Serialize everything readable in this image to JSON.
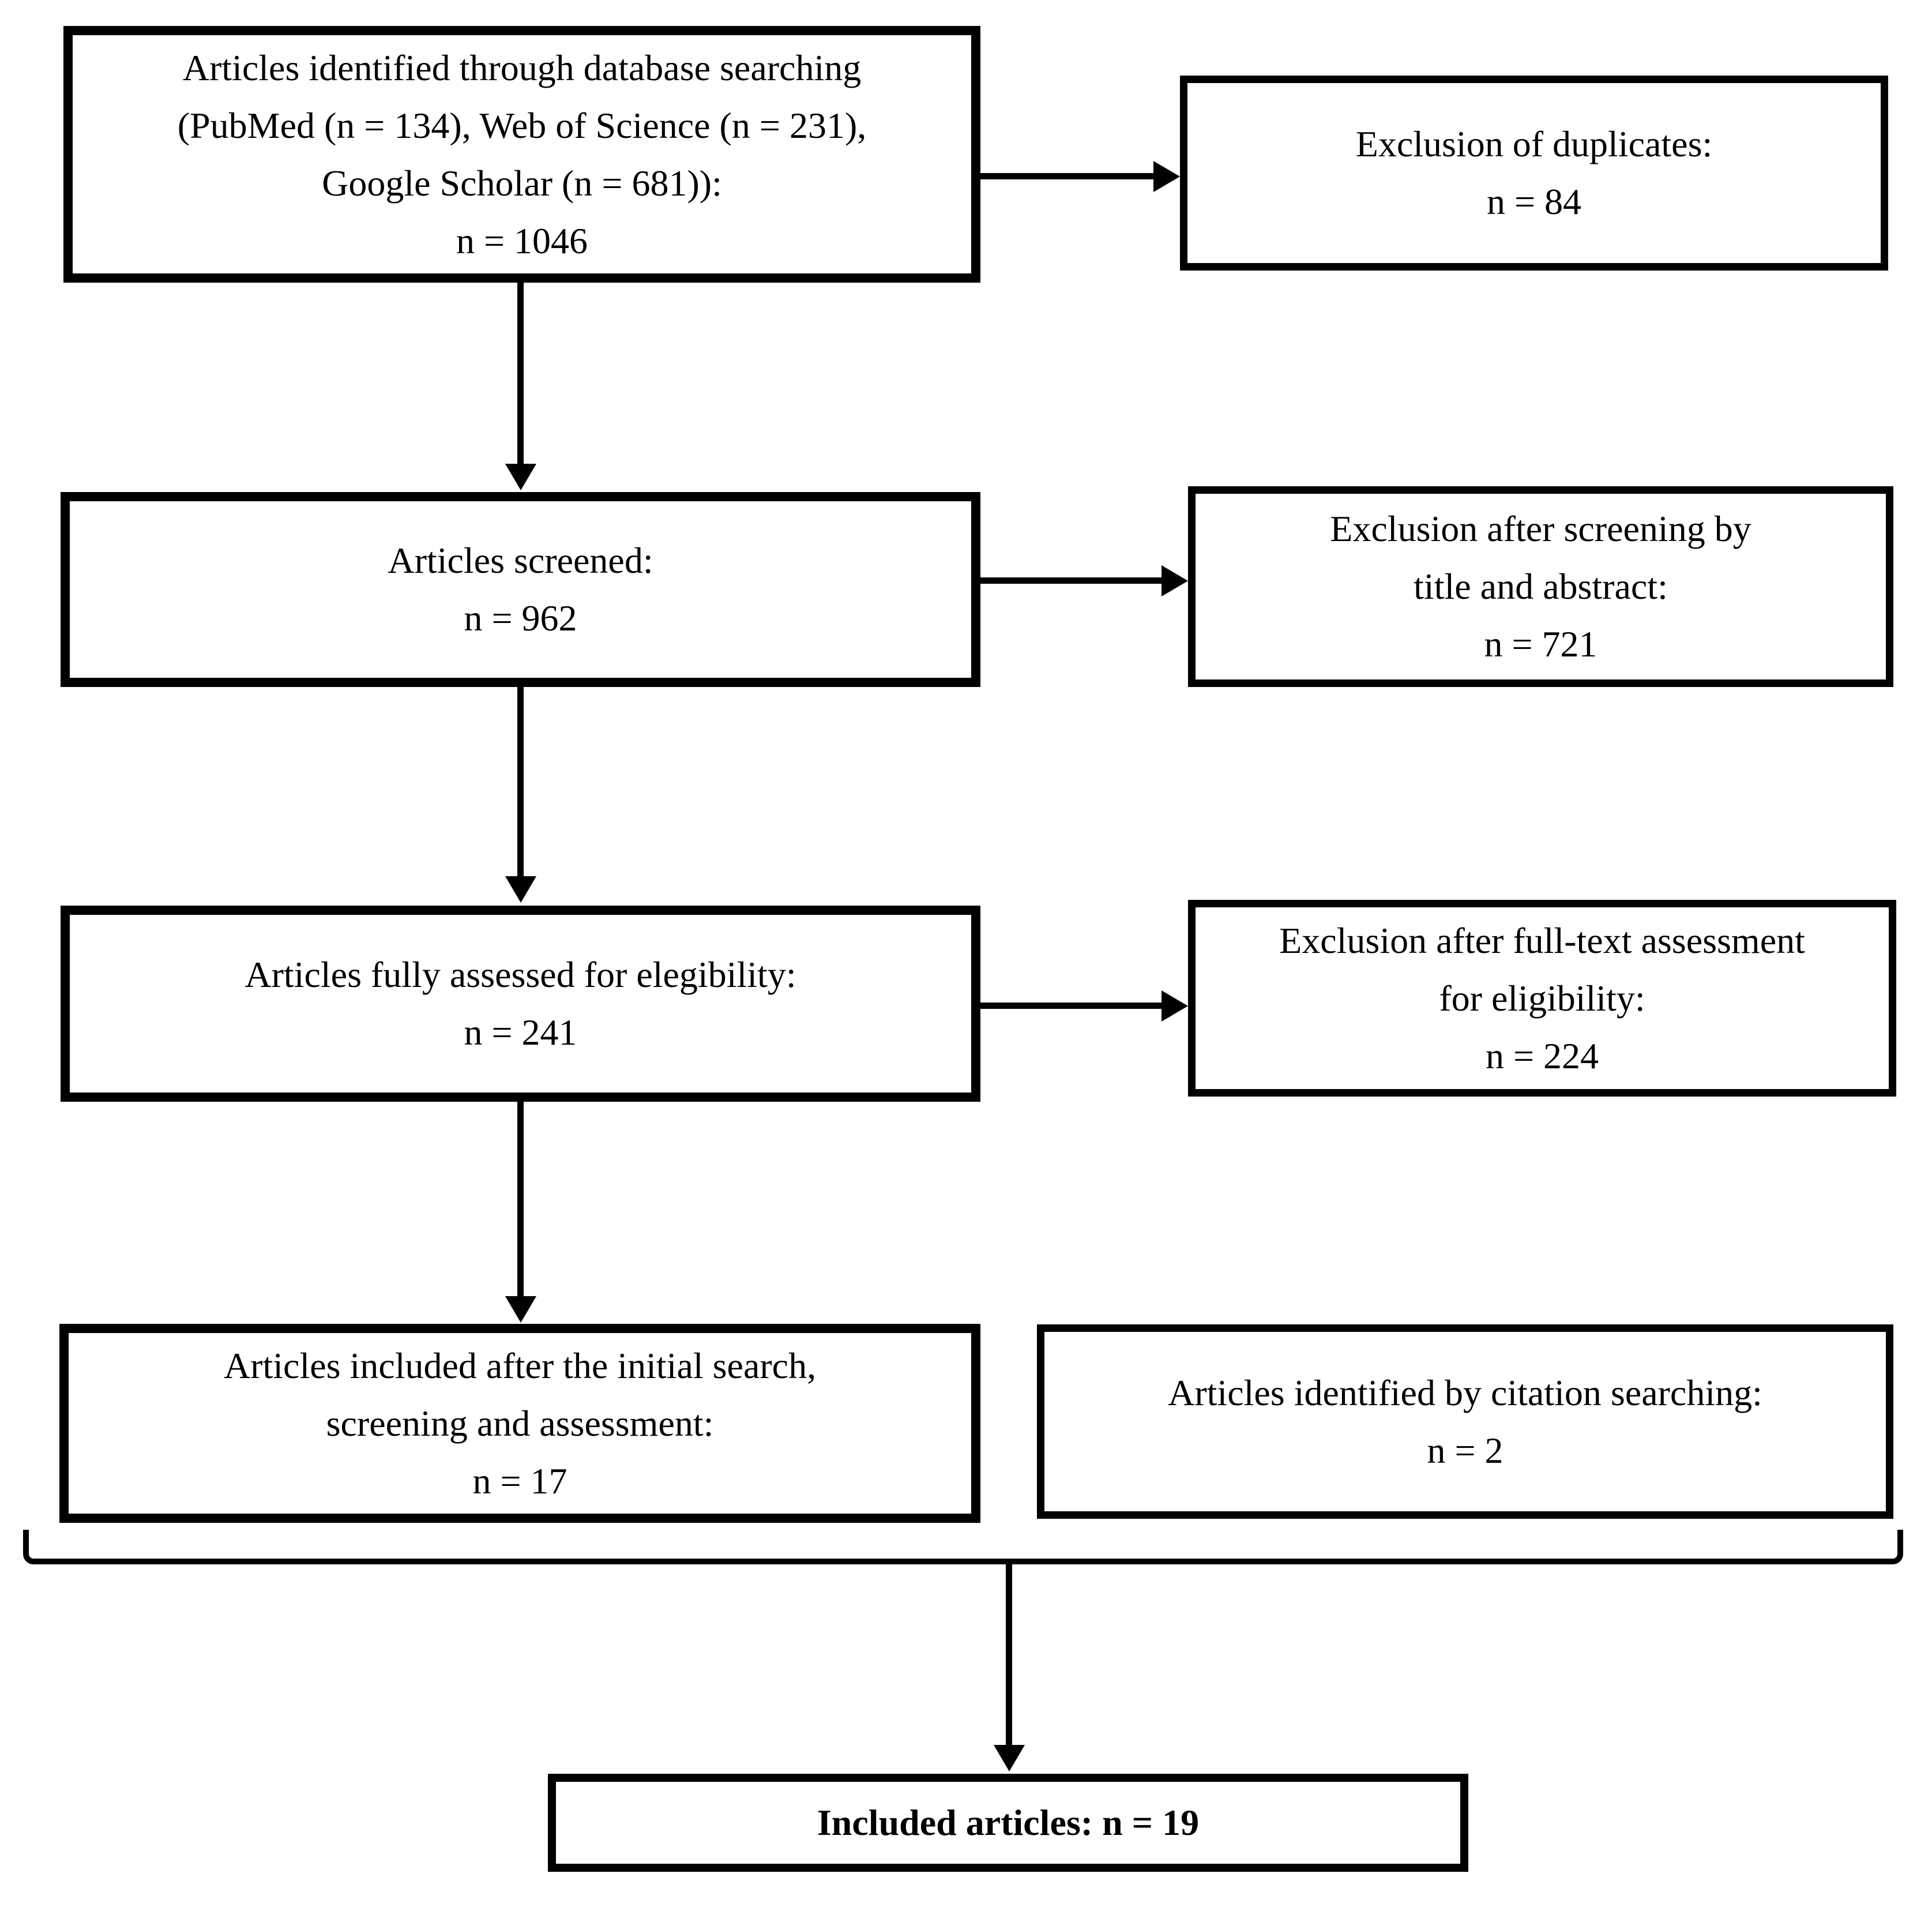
{
  "figure": {
    "type": "prisma-flow-diagram",
    "colors": {
      "ink": "#000000",
      "background": "#ffffff"
    }
  },
  "boxes": {
    "identification": {
      "lines": [
        "Articles identified through database searching",
        "(PubMed (n = 134), Web of Science (n = 231),",
        "Google Scholar (n = 681)):",
        "n = 1046"
      ]
    },
    "duplicates_excluded": {
      "lines": [
        "Exclusion of duplicates:",
        "n = 84"
      ]
    },
    "screened": {
      "lines": [
        "Articles screened:",
        "n = 962"
      ]
    },
    "screening_exclusion": {
      "lines": [
        "Exclusion after screening by",
        "title and abstract:",
        "n = 721"
      ]
    },
    "fulltext_assessed": {
      "lines": [
        "Articles fully assessed for elegibility:",
        "n = 241"
      ]
    },
    "fulltext_exclusion": {
      "lines": [
        "Exclusion after full-text assessment",
        "for eligibility:",
        "n = 224"
      ]
    },
    "included_initial": {
      "lines": [
        "Articles included after the initial search,",
        "screening and assessment:",
        "n = 17"
      ]
    },
    "citation_searching": {
      "lines": [
        "Articles identified by citation searching:",
        "n = 2"
      ]
    },
    "included_final": {
      "lines": [
        "Included articles: n = 19"
      ]
    }
  },
  "connectors": [
    {
      "from": "identification",
      "to": "screened",
      "kind": "arrow-down"
    },
    {
      "from": "identification",
      "to": "duplicates_excluded",
      "kind": "arrow-right"
    },
    {
      "from": "screened",
      "to": "fulltext_assessed",
      "kind": "arrow-down"
    },
    {
      "from": "screened",
      "to": "screening_exclusion",
      "kind": "arrow-right"
    },
    {
      "from": "fulltext_assessed",
      "to": "included_initial",
      "kind": "arrow-down"
    },
    {
      "from": "fulltext_assessed",
      "to": "fulltext_exclusion",
      "kind": "arrow-right"
    },
    {
      "from": "included_initial + citation_searching",
      "to": "included_final",
      "kind": "bracket-merge-arrow-down"
    }
  ]
}
